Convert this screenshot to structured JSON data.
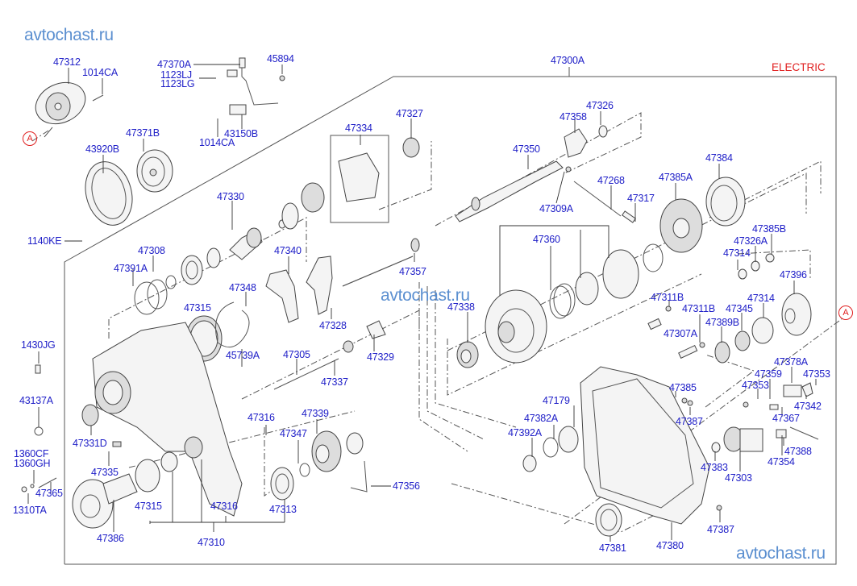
{
  "watermark": "avtochast.ru",
  "variant_label": "ELECTRIC",
  "reference_marker": "A",
  "assembly_label": "47300A",
  "colors": {
    "label": "#2020c8",
    "variant": "#e02020",
    "watermark": "#5b8fd0"
  },
  "labels": {
    "l47312": "47312",
    "l1014CA_a": "1014CA",
    "l47370A": "47370A",
    "l1123LJ": "1123LJ",
    "l1123LG": "1123LG",
    "l45894": "45894",
    "l43150B": "43150B",
    "l1014CA_b": "1014CA",
    "l47371B": "47371B",
    "l43920B": "43920B",
    "l1140KE": "1140KE",
    "l47327": "47327",
    "l47334": "47334",
    "l47330": "47330",
    "l47308": "47308",
    "l47391A": "47391A",
    "l47340": "47340",
    "l47357": "47357",
    "l47348": "47348",
    "l47315_a": "47315",
    "l47328": "47328",
    "l45739A": "45739A",
    "l47305": "47305",
    "l47329": "47329",
    "l47337": "47337",
    "l1430JG": "1430JG",
    "l43137A": "43137A",
    "l47331D": "47331D",
    "l1360CF": "1360CF",
    "l1360GH": "1360GH",
    "l47335": "47335",
    "l47365": "47365",
    "l1310TA": "1310TA",
    "l47386": "47386",
    "l47315_b": "47315",
    "l47316_a": "47316",
    "l47316_b": "47316",
    "l47310": "47310",
    "l47313": "47313",
    "l47339": "47339",
    "l47347": "47347",
    "l47356": "47356",
    "l47358": "47358",
    "l47326": "47326",
    "l47350": "47350",
    "l47309A": "47309A",
    "l47268": "47268",
    "l47317": "47317",
    "l47385A": "47385A",
    "l47384": "47384",
    "l47360": "47360",
    "l47338": "47338",
    "l47385B": "47385B",
    "l47326A": "47326A",
    "l47314_a": "47314",
    "l47396": "47396",
    "l47311B_a": "47311B",
    "l47311B_b": "47311B",
    "l47307A": "47307A",
    "l47345": "47345",
    "l47314_b": "47314",
    "l47389B": "47389B",
    "l47378A": "47378A",
    "l47359": "47359",
    "l47353_a": "47353",
    "l47353_b": "47353",
    "l47342": "47342",
    "l47367": "47367",
    "l47385": "47385",
    "l47387_a": "47387",
    "l47179": "47179",
    "l47382A": "47382A",
    "l47392A": "47392A",
    "l47388": "47388",
    "l47354": "47354",
    "l47383": "47383",
    "l47303": "47303",
    "l47381": "47381",
    "l47380": "47380",
    "l47387_b": "47387"
  }
}
